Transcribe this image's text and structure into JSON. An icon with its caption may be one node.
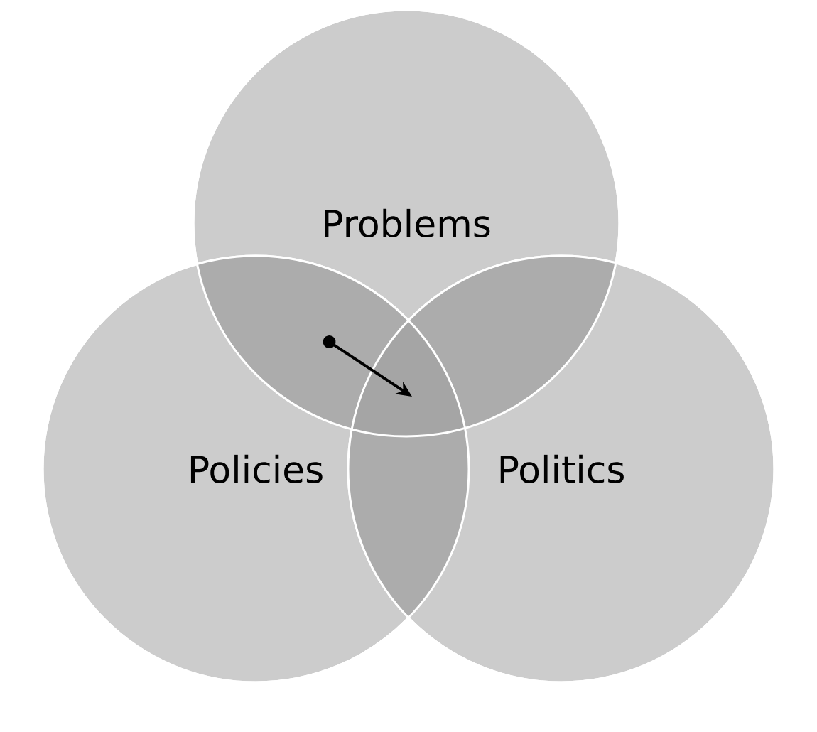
{
  "diagram": {
    "nodes": [
      {
        "text": [
          "Problems"
        ]
      },
      {
        "text": [
          "Policies"
        ]
      },
      {
        "text": [
          "Politics"
        ]
      }
    ]
  }
}
